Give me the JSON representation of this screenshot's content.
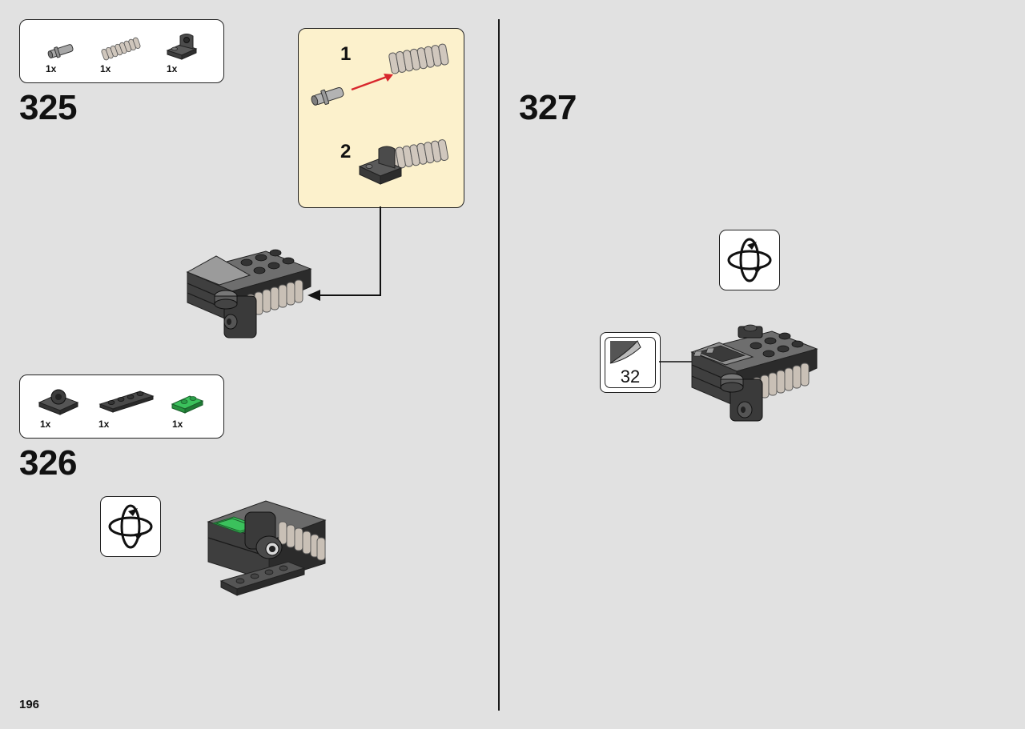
{
  "page_number": "196",
  "steps": [
    {
      "number": "325",
      "parts": [
        {
          "icon": "technic-pin-icon",
          "qty": "1x"
        },
        {
          "icon": "ribbed-hose-icon",
          "qty": "1x"
        },
        {
          "icon": "bracket-plate-icon",
          "qty": "1x"
        }
      ],
      "subassembly": {
        "steps": [
          "1",
          "2"
        ]
      }
    },
    {
      "number": "326",
      "parts": [
        {
          "icon": "hinge-plate-icon",
          "qty": "1x"
        },
        {
          "icon": "plate-1x4-icon",
          "qty": "1x"
        },
        {
          "icon": "green-plate-1x2-icon",
          "qty": "1x"
        }
      ]
    },
    {
      "number": "327",
      "sticker": "32"
    }
  ],
  "colors": {
    "background": "#e1e1e1",
    "callout": "#fcf1cc",
    "dark_gray": "#4a4a4a",
    "light_gray": "#a9a9a9",
    "tan_hose": "#c9c0b6",
    "green": "#2fae4e",
    "arrow_red": "#d8272d"
  }
}
